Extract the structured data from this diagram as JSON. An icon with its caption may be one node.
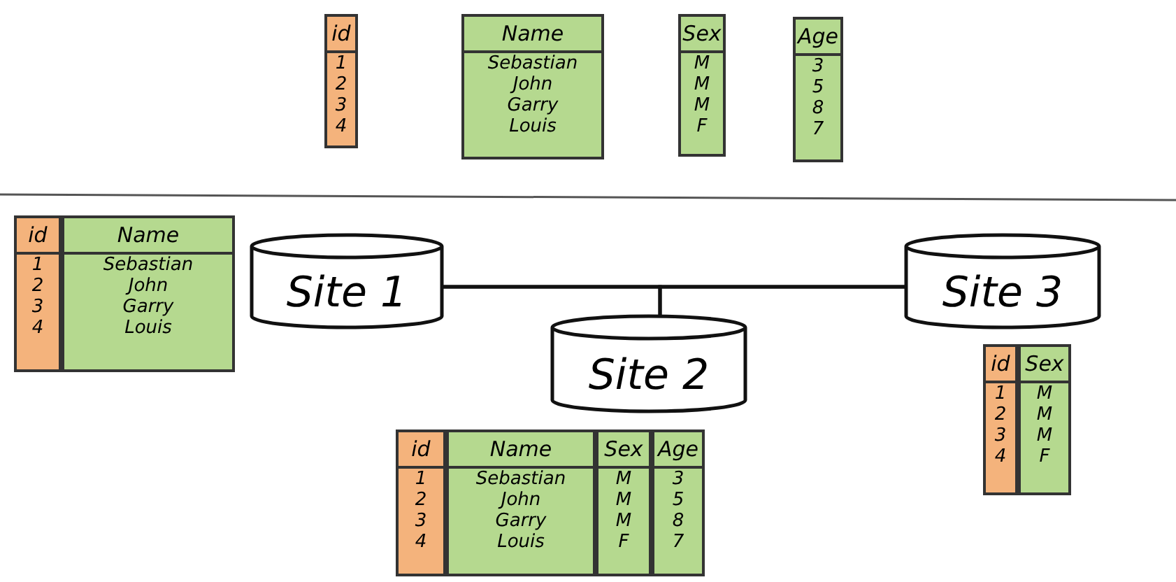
{
  "diagram": {
    "nodes": [
      {
        "text": [
          "id",
          "1",
          "2",
          "3",
          "4"
        ]
      },
      {
        "text": [
          "Name",
          "Sebastian",
          "John",
          "Garry",
          "Louis"
        ]
      },
      {
        "text": [
          "Sex",
          "M",
          "M",
          "M",
          "F"
        ]
      },
      {
        "text": [
          "Age",
          "3",
          "5",
          "8",
          "7"
        ]
      },
      {
        "text": [
          "id",
          "1",
          "2",
          "3",
          "4"
        ]
      },
      {
        "text": [
          "Name",
          "Sebastian",
          "John",
          "Garry",
          "Louis"
        ]
      },
      {
        "text": [
          "Site 1"
        ]
      },
      {
        "text": [
          "Site 3"
        ]
      },
      {
        "text": [
          "Site 2"
        ]
      },
      {
        "text": [
          "id",
          "1",
          "2",
          "3",
          "4"
        ]
      },
      {
        "text": [
          "Sex",
          "M",
          "M",
          "M",
          "F"
        ]
      },
      {
        "text": [
          "id",
          "1",
          "2",
          "3",
          "4"
        ]
      },
      {
        "text": [
          "Name",
          "Sebastian",
          "John",
          "Garry",
          "Louis"
        ]
      },
      {
        "text": [
          "Sex",
          "M",
          "M",
          "M",
          "F"
        ]
      },
      {
        "text": [
          "Age",
          "3",
          "5",
          "8",
          "7"
        ]
      }
    ],
    "edges": [
      {
        "from": 6,
        "to": 7,
        "arrow": "none"
      },
      {
        "from": 6,
        "to": 8,
        "arrow": "none"
      },
      {
        "from": 7,
        "to": 8,
        "arrow": "none"
      }
    ]
  }
}
